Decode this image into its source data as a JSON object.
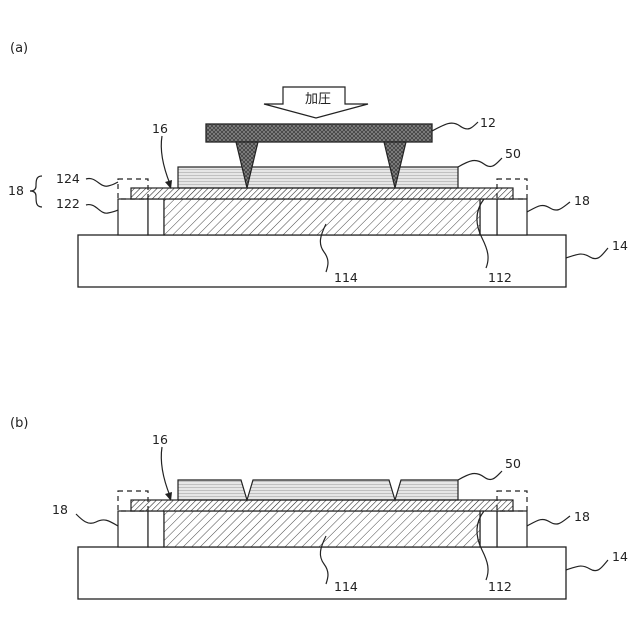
{
  "figure": {
    "panel_a": {
      "label": "(a)",
      "arrow_text": "加圧",
      "refs": {
        "tool": "12",
        "jig": "16",
        "layer": "50",
        "group": "18",
        "upper": "124",
        "lower": "122",
        "right_support": "18",
        "base": "14",
        "core": "114",
        "frame": "112"
      }
    },
    "panel_b": {
      "label": "(b)",
      "refs": {
        "jig": "16",
        "layer": "50",
        "left_support": "18",
        "right_support": "18",
        "base": "14",
        "core": "114",
        "frame": "112"
      }
    }
  },
  "colors": {
    "line": "#222222",
    "tool_fill": "#555555",
    "layer_fill": "#d9d9d9",
    "background": "#ffffff"
  }
}
